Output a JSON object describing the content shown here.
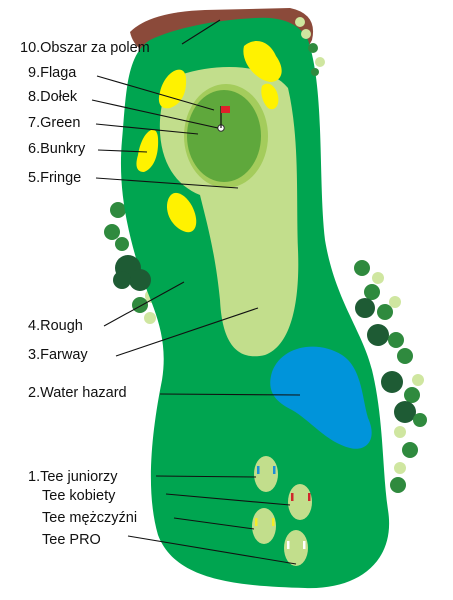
{
  "labels": [
    "10.Obszar za polem",
    "9.Flaga",
    "8.Dołek",
    "7.Green",
    "6.Bunkry",
    "5.Fringe",
    "4.Rough",
    "3.Farway",
    "2.Water hazard",
    "1.Tee  juniorzy",
    "Tee  kobiety",
    "Tee  mężczyźni",
    "Tee  PRO"
  ],
  "colors": {
    "out_of_bounds": "#8B4A3A",
    "rough": "#00A550",
    "fairway": "#C2DE8C",
    "fringe": "#A4CC5C",
    "green": "#5FA83C",
    "bunker": "#FFF200",
    "water": "#0094DA",
    "tree_dark": "#1E5B34",
    "tree_mid": "#2F8A3E",
    "tree_light": "#CFE6A0",
    "flag": "#E0202A",
    "tee_juniors": "#1C8FD8",
    "tee_women": "#D0282C",
    "tee_men": "#F3EC28",
    "tee_pro": "#FFFFFF"
  }
}
